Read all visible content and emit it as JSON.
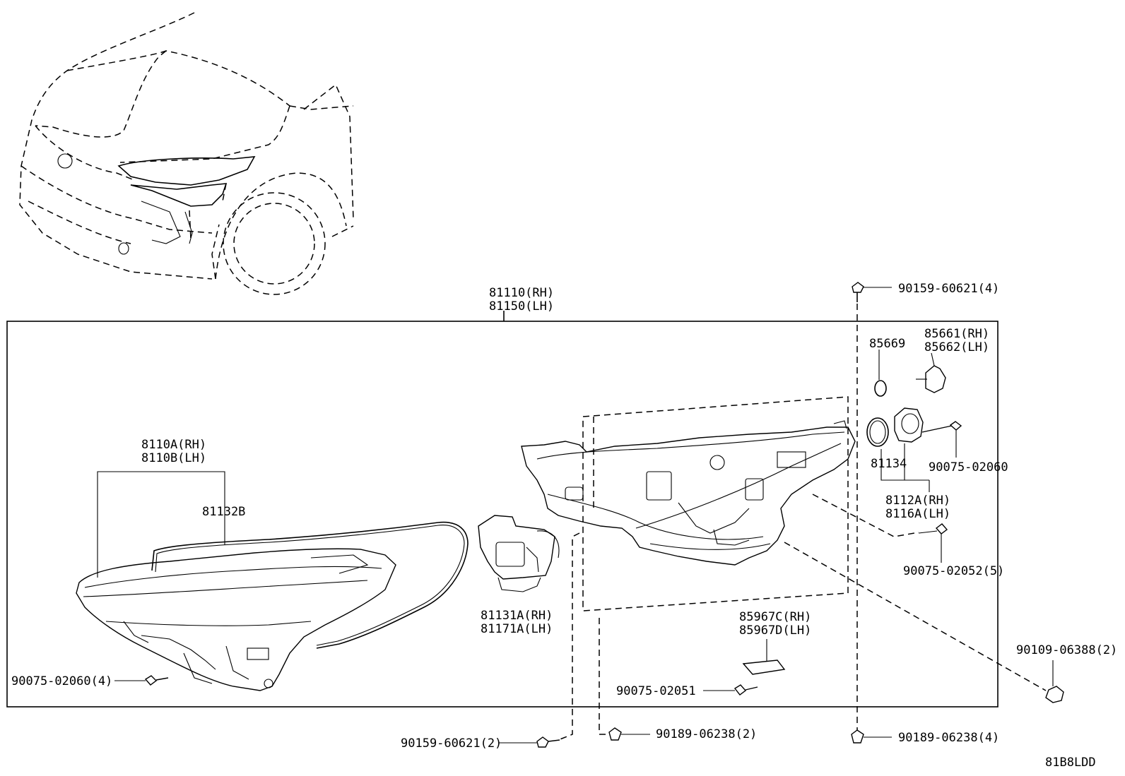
{
  "diagram_code": "81B8LDD",
  "labels": {
    "assy_rh": "81110(RH)",
    "assy_lh": "81150(LH)",
    "lens_rh": "8110A(RH)",
    "lens_lh": "8110B(LH)",
    "gasket": "81132B",
    "bracket_rh": "81131A(RH)",
    "bracket_lh": "81171A(LH)",
    "cover_rh": "85967C(RH)",
    "cover_lh": "85967D(LH)",
    "oring_small": "85669",
    "socket_rh": "85661(RH)",
    "socket_lh": "85662(LH)",
    "oring_large": "81134",
    "unit_rh": "8112A(RH)",
    "unit_lh": "8116A(LH)",
    "screw_60621_4": "90159-60621(4)",
    "screw_02060_right": "90075-02060",
    "screw_02052_5": "90075-02052(5)",
    "screw_06388_2": "90109-06388(2)",
    "screw_02060_4": "90075-02060(4)",
    "screw_02051": "90075-02051",
    "screw_60621_2": "90159-60621(2)",
    "clip_06238_2": "90189-06238(2)",
    "clip_06238_4": "90189-06238(4)"
  }
}
